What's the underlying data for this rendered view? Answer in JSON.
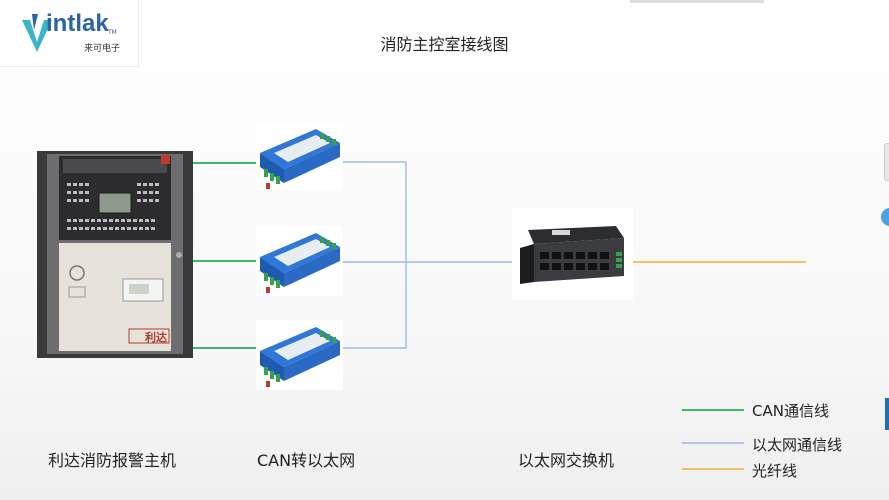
{
  "title": "消防主控室接线图",
  "logo": {
    "word": "intlak",
    "tm": "TM",
    "subtitle": "来可电子"
  },
  "panel": {
    "brand": "利达",
    "caption": "利达消防报警主机"
  },
  "converter_caption": "CAN转以太网",
  "switch_caption": "以太网交换机",
  "legend": [
    {
      "label": "CAN通信线",
      "color": "#3cba6a"
    },
    {
      "label": "以太网通信线",
      "color": "#8fb0de"
    },
    {
      "label": "光纤线",
      "color": "#f0b03c"
    }
  ],
  "colors": {
    "can": "#3cba6a",
    "ethernet": "#8fb0de",
    "fiber": "#f0b03c",
    "brand_blue": "#2b63a8"
  }
}
